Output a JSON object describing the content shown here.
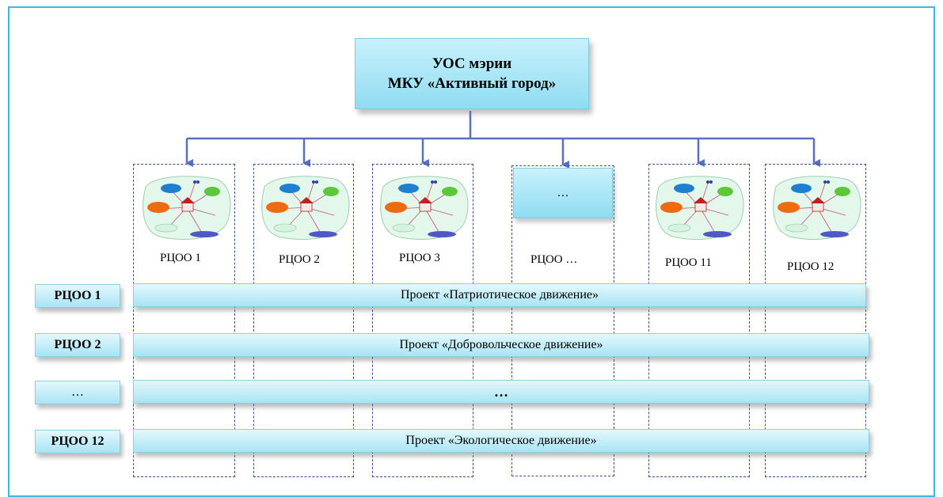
{
  "top_box": {
    "line1": "УОС мэрии",
    "line2": "МКУ «Активный город»"
  },
  "columns": [
    {
      "label": "РЦОО 1"
    },
    {
      "label": "РЦОО 2"
    },
    {
      "label": "РЦОО 3"
    },
    {
      "label": "РЦОО …",
      "box_text": "…"
    },
    {
      "label": "РЦОО 11"
    },
    {
      "label": "РЦОО 12"
    }
  ],
  "rows": [
    {
      "label": "РЦОО 1",
      "project": "Проект «Патриотическое движение»"
    },
    {
      "label": "РЦОО 2",
      "project": "Проект «Добровольческое движение»"
    },
    {
      "label": "…",
      "project": "…"
    },
    {
      "label": "РЦОО 12",
      "project": "Проект «Экологическое движение»"
    }
  ],
  "colors": {
    "frame": "#3ab8e6",
    "arrows": "#5b6fc2",
    "dashed_border": "#3b4f8c",
    "box_fill": "#a8e4f4"
  }
}
